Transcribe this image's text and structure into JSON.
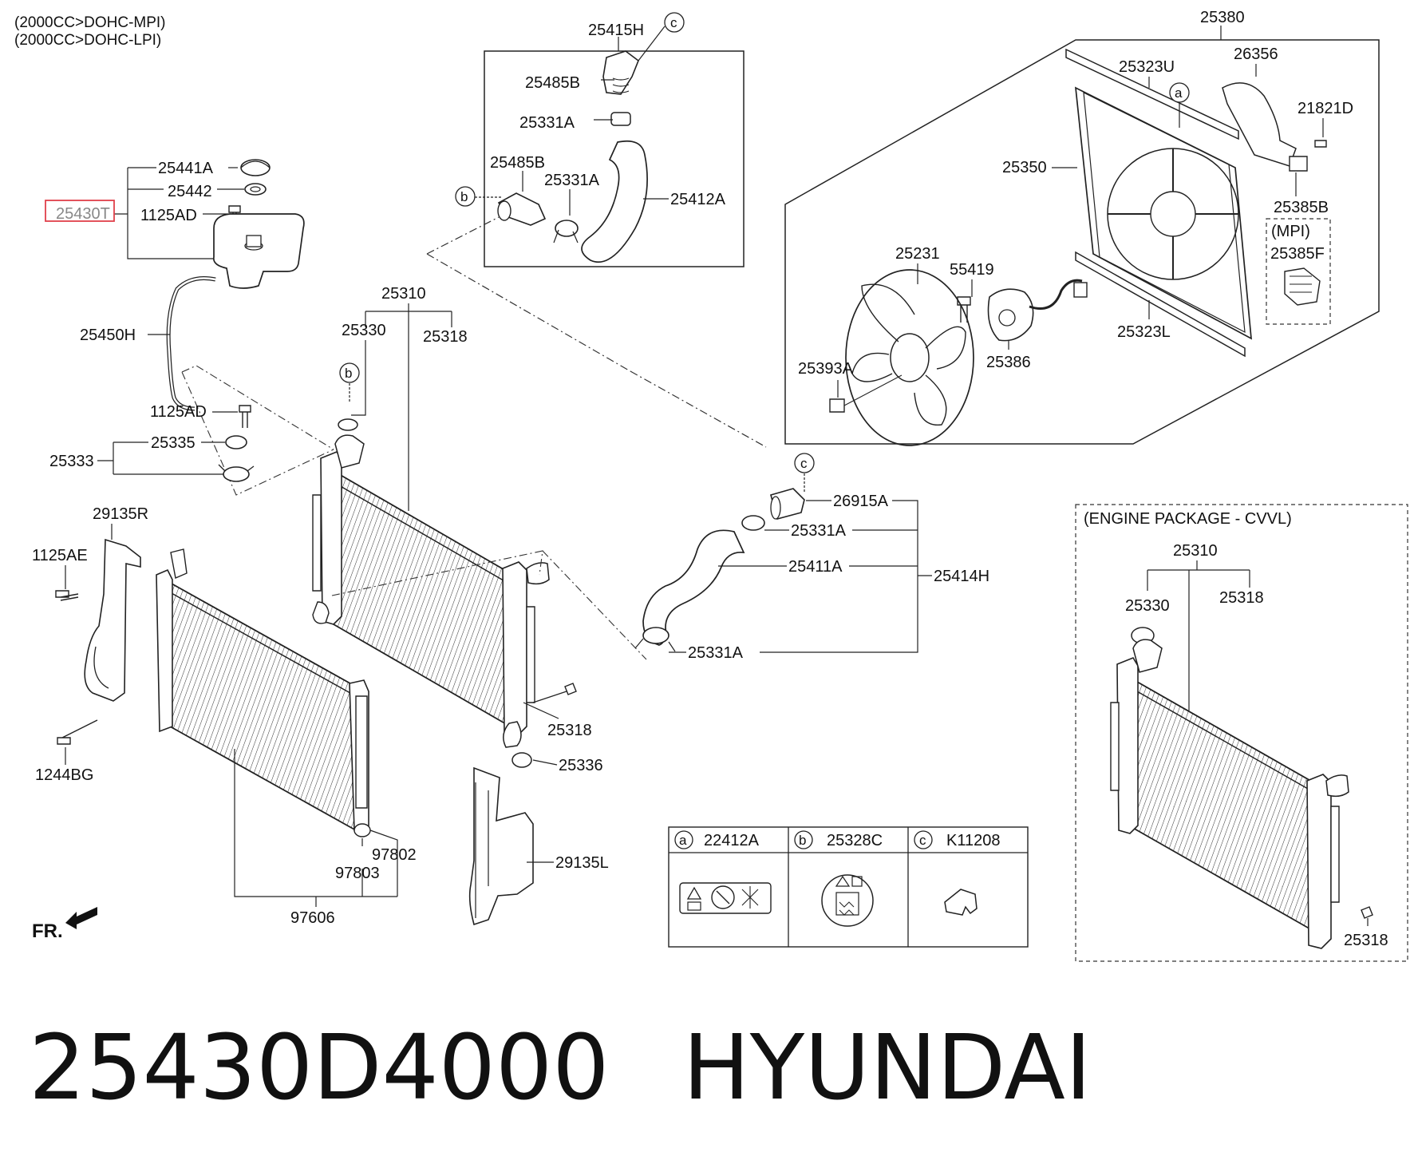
{
  "header_notes": [
    "(2000CC>DOHC-MPI)",
    "(2000CC>DOHC-LPI)"
  ],
  "highlighted_part": "25430T",
  "fr_label": "FR.",
  "part_labels": {
    "p25415H": "25415H",
    "p25485B_top": "25485B",
    "p25331A_top": "25331A",
    "p25485B_mid": "25485B",
    "p25331A_mid": "25331A",
    "p25412A": "25412A",
    "p25441A": "25441A",
    "p25442": "25442",
    "p1125AD_top": "1125AD",
    "p25450H": "25450H",
    "p1125AD_low": "1125AD",
    "p25335": "25335",
    "p25333": "25333",
    "p25310": "25310",
    "p25330": "25330",
    "p25318_top": "25318",
    "p29135R": "29135R",
    "p1125AE": "1125AE",
    "p1244BG": "1244BG",
    "p25380": "25380",
    "p25323U": "25323U",
    "p26356": "26356",
    "p21821D": "21821D",
    "p25350": "25350",
    "p25385B": "25385B",
    "p25385F": "25385F",
    "p25231": "25231",
    "p55419": "55419",
    "p25323L": "25323L",
    "p25393A": "25393A",
    "p25386": "25386",
    "p26915A": "26915A",
    "p25331A_r1": "25331A",
    "p25411A": "25411A",
    "p25414H": "25414H",
    "p25331A_r2": "25331A",
    "p25318_mid": "25318",
    "p25336": "25336",
    "p29135L": "29135L",
    "p97802": "97802",
    "p97803": "97803",
    "p97606": "97606",
    "p25310_e": "25310",
    "p25330_e": "25330",
    "p25318_e1": "25318",
    "p25318_e2": "25318"
  },
  "callouts": {
    "c_top": "c",
    "a_fan": "a",
    "b_hose": "b",
    "b_rad": "b",
    "c_right": "c"
  },
  "mpi_note": "(MPI)",
  "engine_package_note": "(ENGINE PACKAGE - CVVL)",
  "legend": [
    {
      "letter": "a",
      "part": "22412A"
    },
    {
      "letter": "b",
      "part": "25328C"
    },
    {
      "letter": "c",
      "part": "K11208"
    }
  ],
  "footer": {
    "part_number": "25430D4000",
    "brand": "HYUNDAI"
  },
  "colors": {
    "line": "#222222",
    "highlight": "#e0404a"
  }
}
